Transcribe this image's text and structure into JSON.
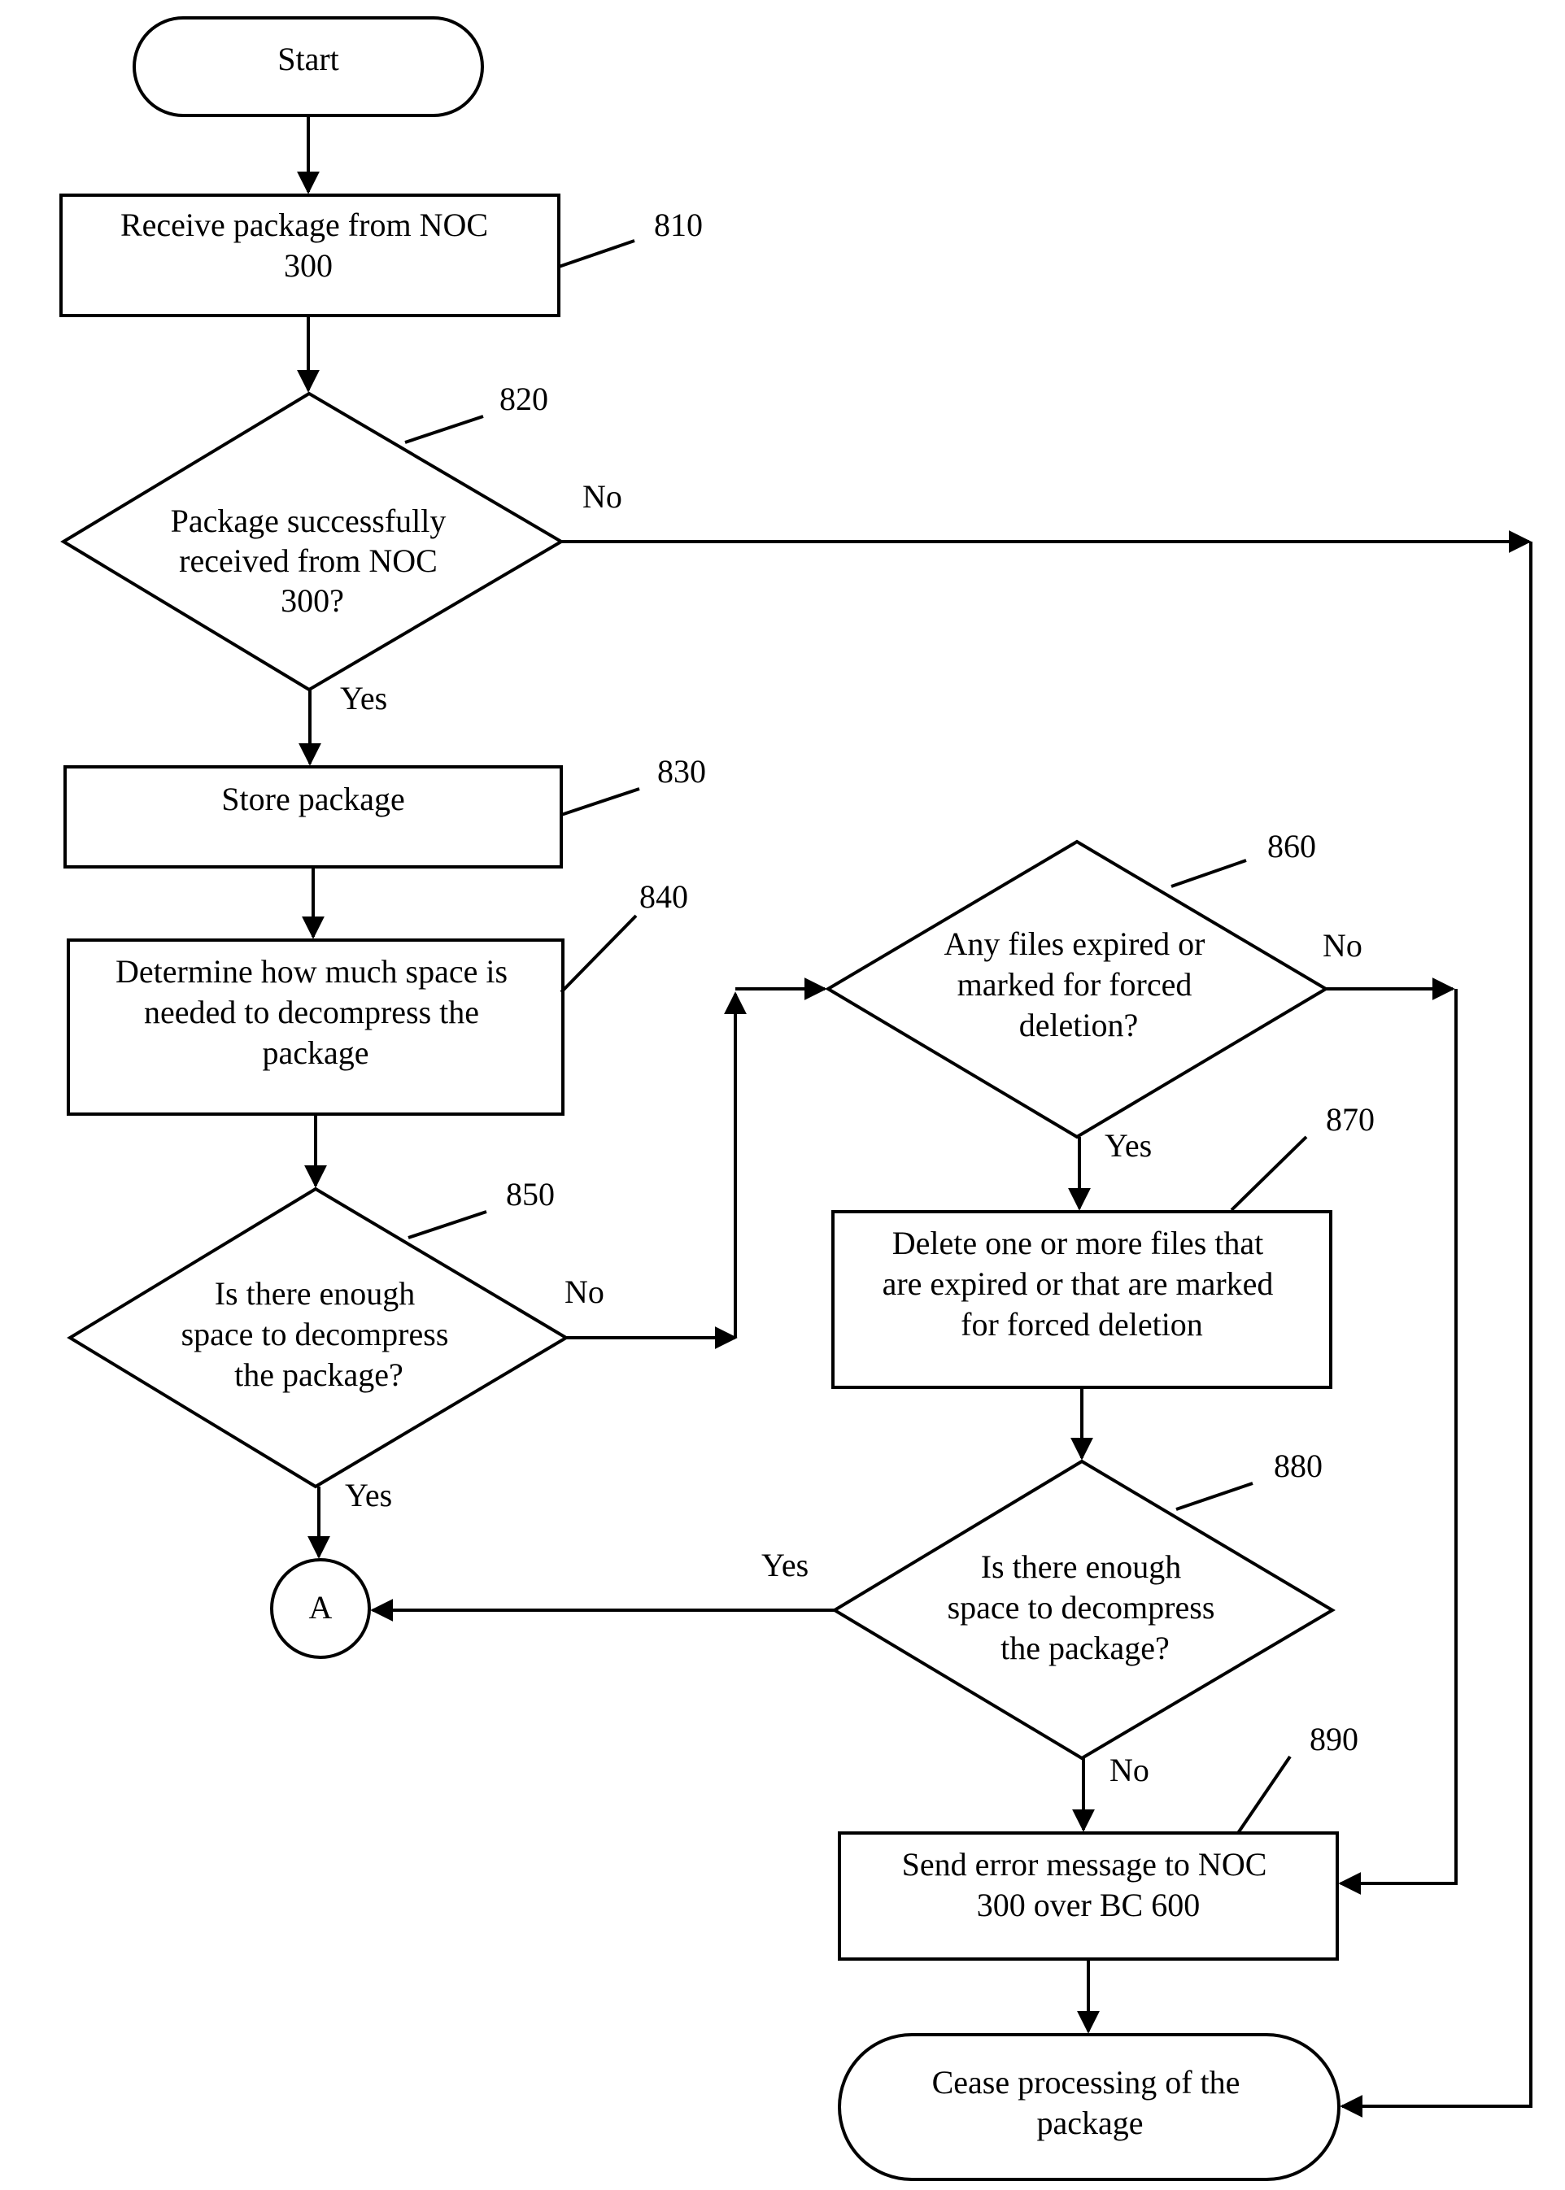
{
  "nodes": {
    "start": {
      "lines": [
        "Start"
      ]
    },
    "receive": {
      "lines": [
        "Receive package from NOC",
        "300"
      ],
      "ref": "810"
    },
    "received_ok": {
      "lines": [
        "Package successfully",
        "received from NOC",
        "300?"
      ],
      "ref": "820"
    },
    "store": {
      "lines": [
        "Store package"
      ],
      "ref": "830"
    },
    "determine": {
      "lines": [
        "Determine how much space is",
        "needed to decompress the",
        "package"
      ],
      "ref": "840"
    },
    "enough_space_1": {
      "lines": [
        "Is there enough",
        "space to decompress",
        "the package?"
      ],
      "ref": "850"
    },
    "connector_a": {
      "lines": [
        "A"
      ]
    },
    "expired": {
      "lines": [
        "Any files expired or",
        "marked for forced",
        "deletion?"
      ],
      "ref": "860"
    },
    "delete": {
      "lines": [
        "Delete one or more files  that",
        "are expired or that are marked",
        "for forced deletion"
      ],
      "ref": "870"
    },
    "enough_space_2": {
      "lines": [
        "Is there enough",
        "space to decompress",
        "the package?"
      ],
      "ref": "880"
    },
    "error": {
      "lines": [
        "Send error message to NOC",
        "300 over BC 600"
      ],
      "ref": "890"
    },
    "cease": {
      "lines": [
        "Cease processing of the",
        "package"
      ]
    }
  },
  "edge_labels": {
    "received_no": "No",
    "received_yes": "Yes",
    "space1_no": "No",
    "space1_yes": "Yes",
    "expired_no": "No",
    "expired_yes": "Yes",
    "space2_yes": "Yes",
    "space2_no": "No"
  }
}
